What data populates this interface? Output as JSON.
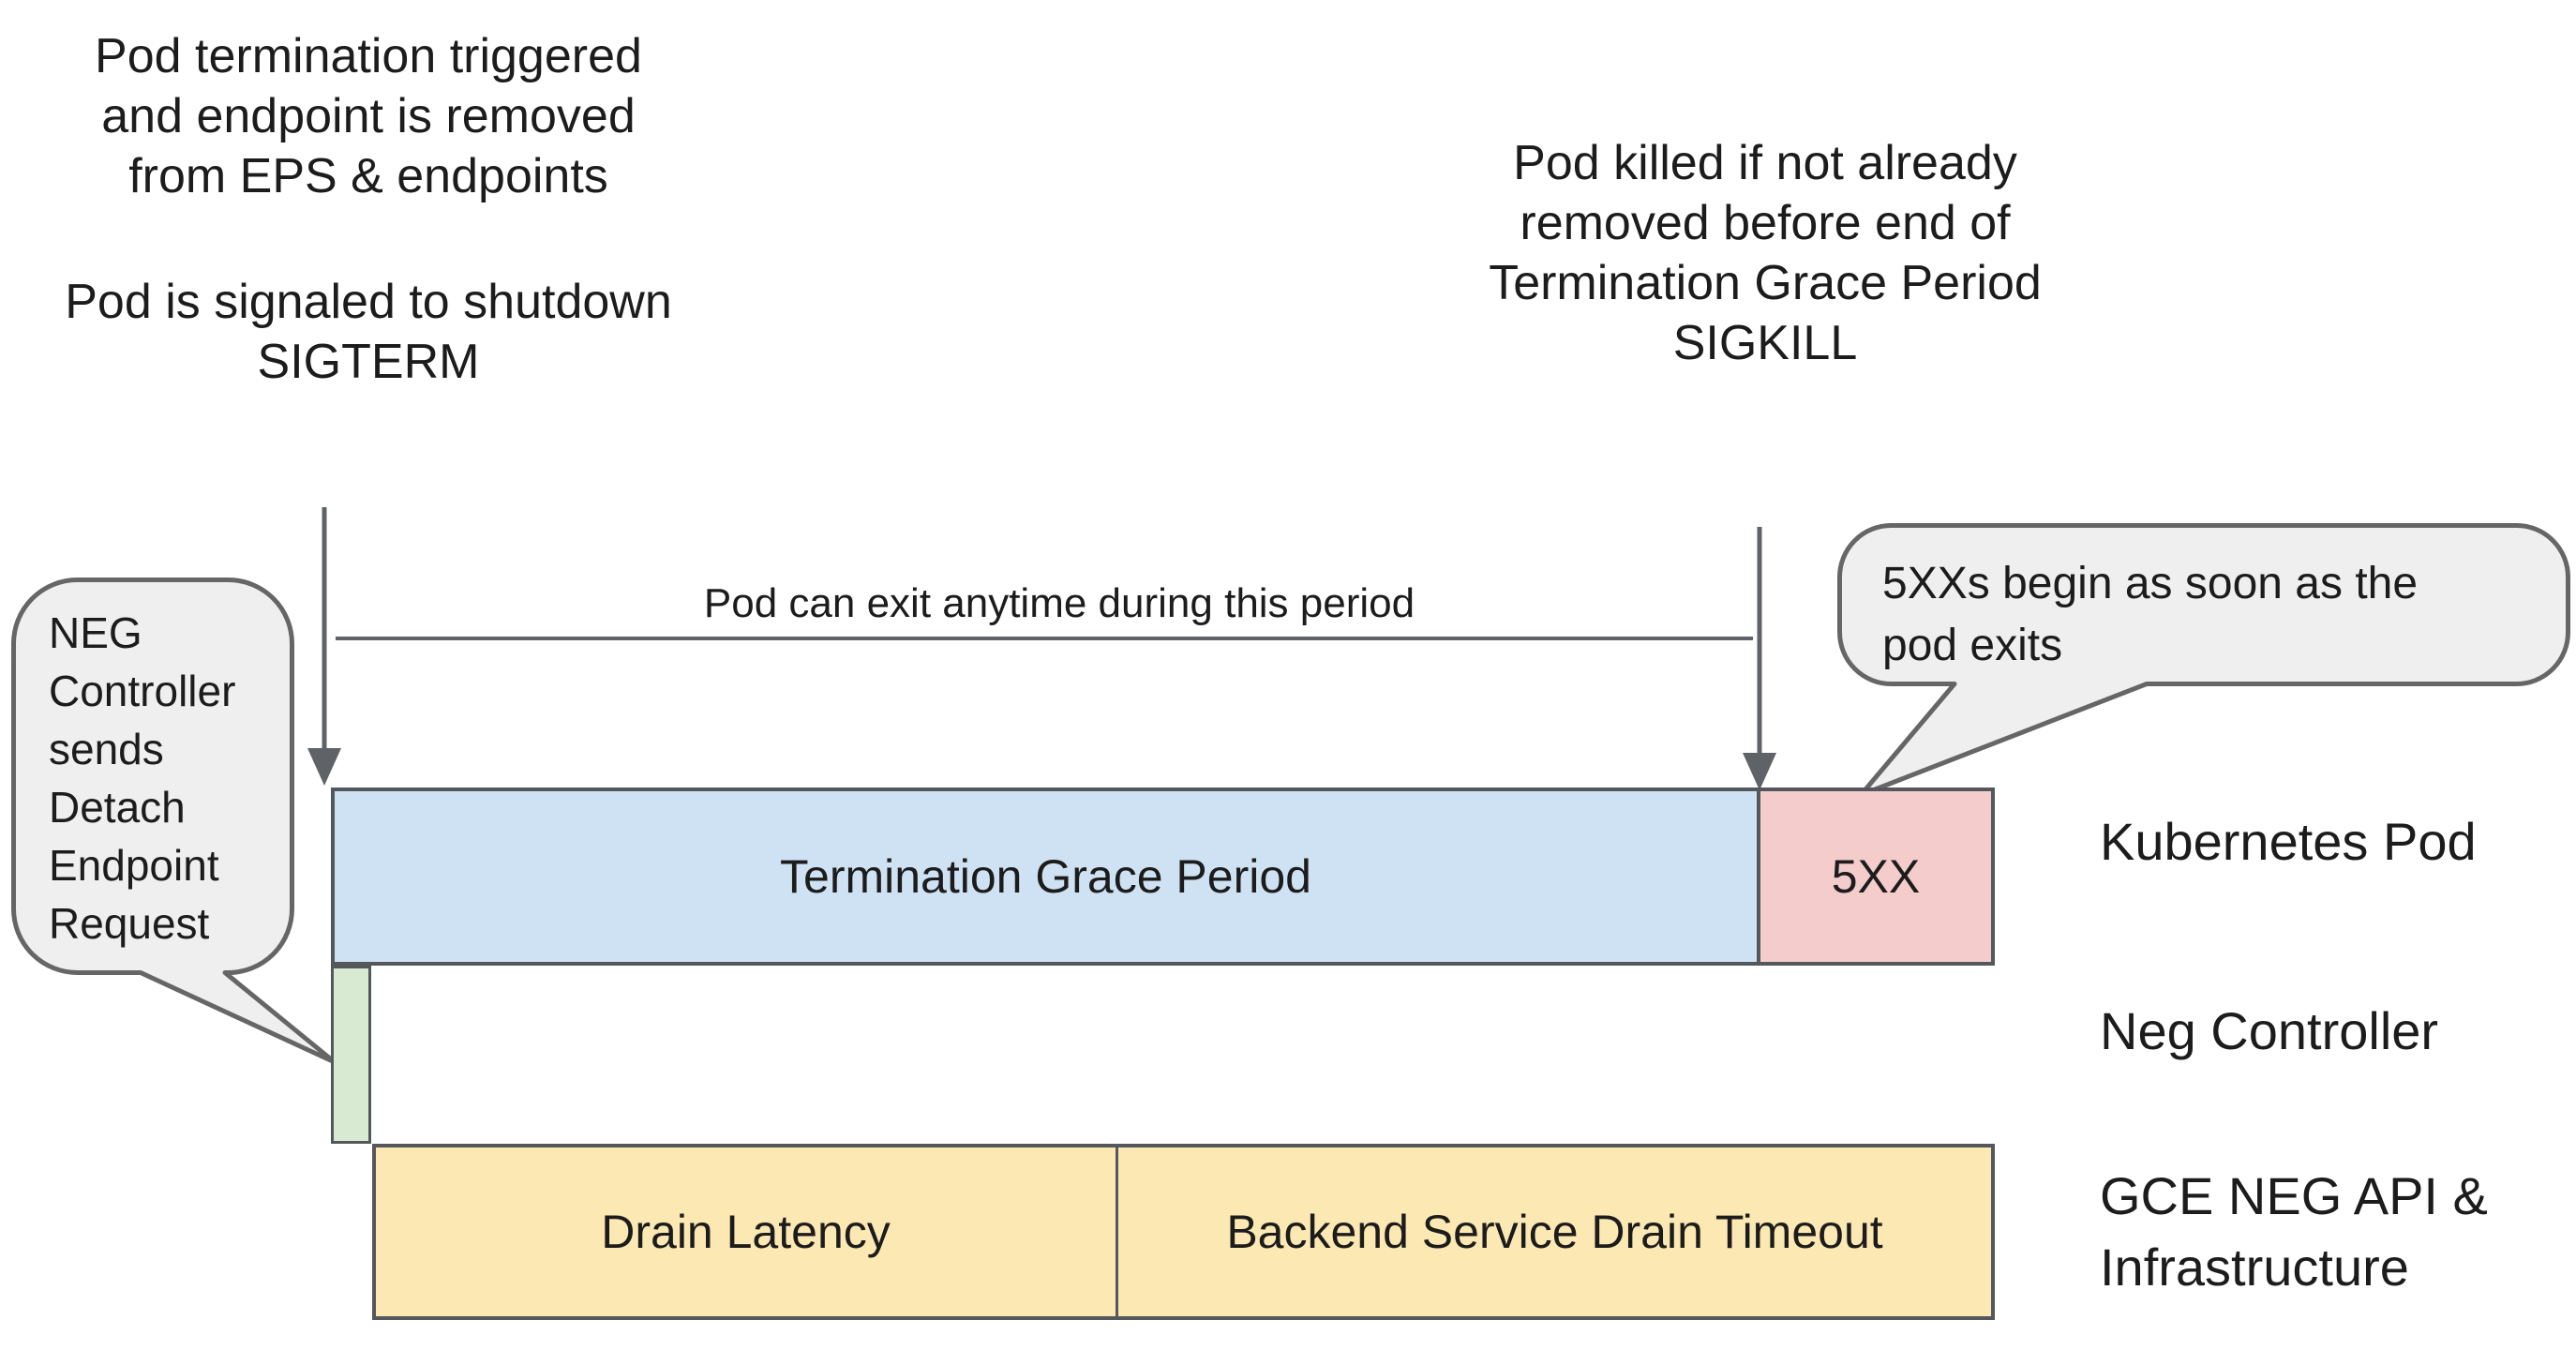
{
  "annotations": {
    "pod_termination": [
      "Pod termination triggered",
      "and endpoint is removed",
      "from EPS & endpoints"
    ],
    "pod_signal": [
      "Pod is signaled to shutdown",
      "SIGTERM"
    ],
    "pod_killed": [
      "Pod killed if not already",
      "removed before end of",
      "Termination Grace Period",
      "SIGKILL"
    ],
    "exit_period": "Pod can exit anytime during this period"
  },
  "callouts": {
    "neg_controller": "NEG Controller sends Detach Endpoint Request",
    "errors": [
      "5XXs begin as soon as the",
      "pod exits"
    ]
  },
  "bars": {
    "grace": "Termination Grace Period",
    "errors": "5XX",
    "drain_latency": "Drain Latency",
    "drain_timeout": "Backend Service Drain Timeout"
  },
  "row_labels": {
    "kubernetes_pod": "Kubernetes Pod",
    "neg_controller": "Neg Controller",
    "gce_line1": "GCE NEG API &",
    "gce_line2": "Infrastructure"
  },
  "colors": {
    "grace_fill": "#cfe2f3",
    "errors_fill": "#f4cccc",
    "detach_fill": "#d9ead3",
    "drain_fill": "#fce8b2",
    "callout_fill": "#efefef",
    "callout_border": "#666666",
    "bar_border": "#54585c",
    "connector": "#5f6368",
    "text": "#1c1c1c"
  }
}
